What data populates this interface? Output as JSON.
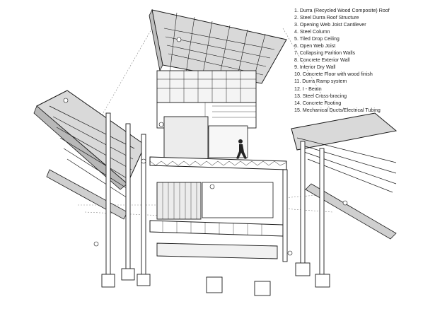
{
  "legend": {
    "items": [
      "1. Durra (Recycled Wood Composite) Roof",
      "2. Steel Durra Roof Structure",
      "3. Opening Web Joist Cantilever",
      "4. Steel Column",
      "5. Tiled Drop Ceiling",
      "6. Open Web Joist",
      "7. Collapsing Parition Walls",
      "8. Concrete Exterior Wall",
      "9. Interior Dry Wall",
      "10. Concrete Floor with wood finish",
      "11. Durra Ramp system",
      "12. I - Beam",
      "13. Steel Cross-bracing",
      "14. Concrete Footing",
      "15. Mechanical Ducts/Electrical Tubing"
    ]
  },
  "colors": {
    "line": "#1a1a1a",
    "roof_fill": "#d9d9d9",
    "wall_fill": "#ececec",
    "background": "#ffffff"
  }
}
